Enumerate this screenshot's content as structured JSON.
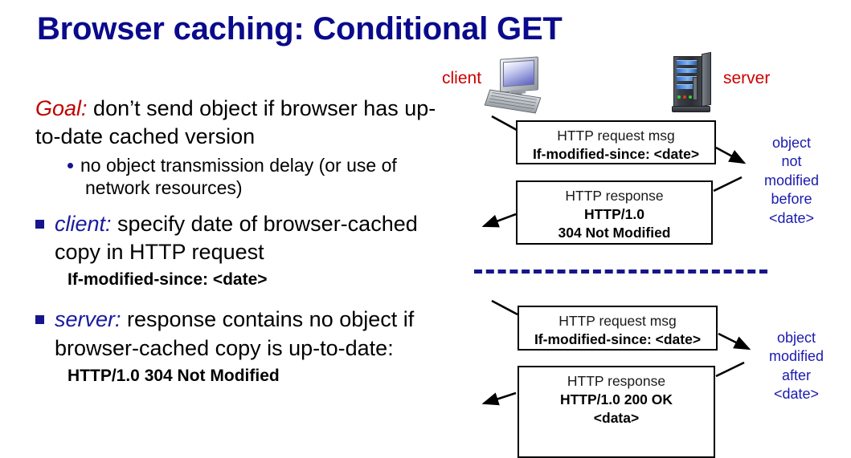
{
  "slide": {
    "title": "Browser caching: Conditional GET",
    "title_color": "#0a0a8c"
  },
  "body": {
    "goal": {
      "lead": "Goal:",
      "lead_color": "#c00000",
      "text": " don’t send object if browser has up-to-date cached version"
    },
    "goal_sub": "no object transmission delay (or use of network resources)",
    "client": {
      "lead": "client:",
      "lead_color": "#1a1a9e",
      "text": " specify date of browser-cached copy in HTTP request",
      "code": "If-modified-since: <date>"
    },
    "server": {
      "lead": "server:",
      "lead_color": "#1a1a9e",
      "text": " response contains no object if browser-cached copy is up-to-date:",
      "code": "HTTP/1.0 304 Not Modified"
    }
  },
  "diagram": {
    "client_label": "client",
    "server_label": "server",
    "label_color": "#cc0000",
    "annotation_color": "#1a1ab0",
    "separator_color": "#16168c",
    "icons": {
      "client": "desktop-computer-icon",
      "server": "server-tower-icon"
    },
    "exchange1": {
      "request": {
        "line1": "HTTP request msg",
        "line2": "If-modified-since: <date>"
      },
      "response": {
        "line1": "HTTP response",
        "line2": "HTTP/1.0",
        "line3": "304 Not Modified"
      },
      "annotation": [
        "object",
        "not",
        "modified",
        "before",
        "<date>"
      ]
    },
    "exchange2": {
      "request": {
        "line1": "HTTP request msg",
        "line2": "If-modified-since: <date>"
      },
      "response": {
        "line1": "HTTP response",
        "line2": "HTTP/1.0 200 OK",
        "line3": "<data>"
      },
      "annotation": [
        "object",
        "modified",
        "after",
        "<date>"
      ]
    }
  }
}
